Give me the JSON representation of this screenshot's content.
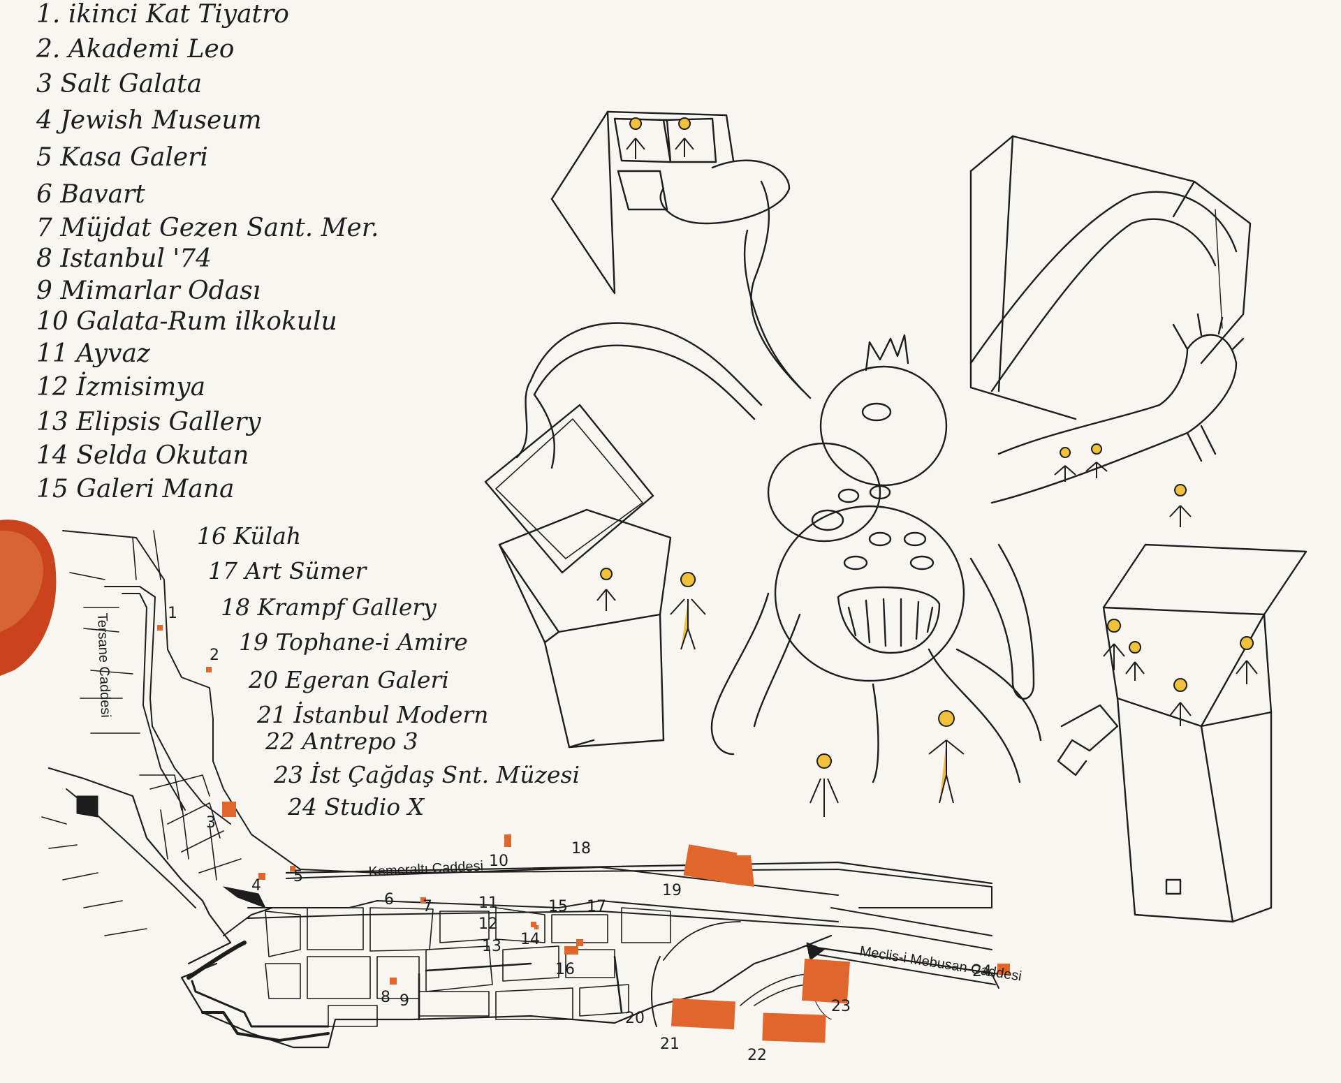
{
  "legend": {
    "items": [
      {
        "num": "1.",
        "name": "ikinci Kat Tiyatro"
      },
      {
        "num": "2.",
        "name": "Akademi Leo"
      },
      {
        "num": "3",
        "name": "Salt Galata"
      },
      {
        "num": "4",
        "name": "Jewish Museum"
      },
      {
        "num": "5",
        "name": "Kasa Galeri"
      },
      {
        "num": "6",
        "name": "Bavart"
      },
      {
        "num": "7",
        "name": "Müjdat Gezen Sant. Mer."
      },
      {
        "num": "8",
        "name": "Istanbul '74"
      },
      {
        "num": "9",
        "name": "Mimarlar Odası"
      },
      {
        "num": "10",
        "name": "Galata-Rum ilkokulu"
      },
      {
        "num": "11",
        "name": "Ayvaz"
      },
      {
        "num": "12",
        "name": "İzmisimya"
      },
      {
        "num": "13",
        "name": "Elipsis Gallery"
      },
      {
        "num": "14",
        "name": "Selda Okutan"
      },
      {
        "num": "15",
        "name": "Galeri Mana"
      },
      {
        "num": "16",
        "name": "Külah"
      },
      {
        "num": "17",
        "name": "Art Sümer"
      },
      {
        "num": "18",
        "name": "Krampf Gallery"
      },
      {
        "num": "19",
        "name": "Tophane-i Amire"
      },
      {
        "num": "20",
        "name": "Egeran Galeri"
      },
      {
        "num": "21",
        "name": "İstanbul Modern"
      },
      {
        "num": "22",
        "name": "Antrepo 3"
      },
      {
        "num": "23",
        "name": "İst Çağdaş Snt. Müzesi"
      },
      {
        "num": "24",
        "name": "Studio X"
      }
    ]
  },
  "streets": {
    "tersane": "Tersane Caddesi",
    "kemeralti": "Kemeraltı Caddesi",
    "meclis": "Meclis-i Mebusan Caddesi"
  },
  "markers": [
    "1",
    "2",
    "3",
    "4",
    "5",
    "6",
    "7",
    "8",
    "9",
    "10",
    "11",
    "12",
    "13",
    "14",
    "15",
    "16",
    "17",
    "18",
    "19",
    "20",
    "21",
    "22",
    "23",
    "24"
  ],
  "colors": {
    "paper": "#f7f6f1",
    "ink": "#1d1d1d",
    "venue": "#e0662b",
    "figure": "#f0c23c",
    "thumb": "#c9441c"
  }
}
